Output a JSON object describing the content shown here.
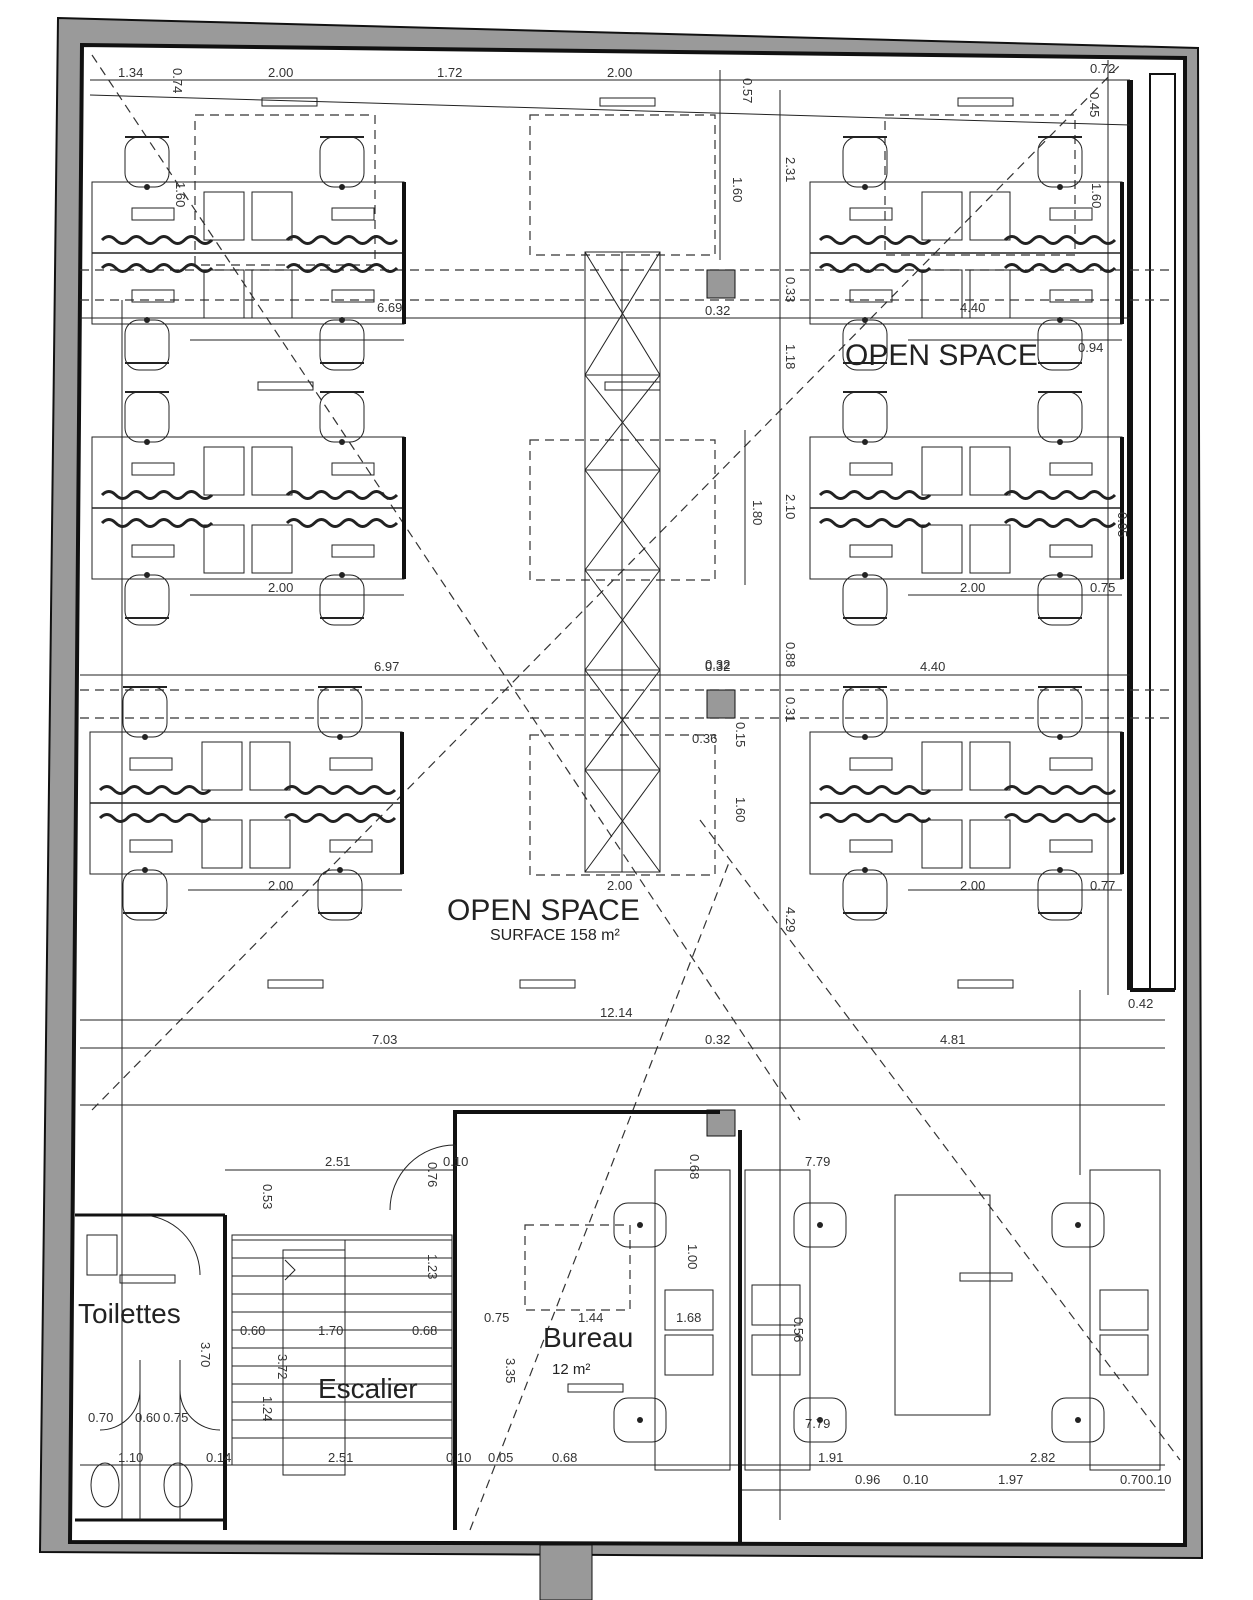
{
  "rooms": {
    "open_space_top": "OPEN SPACE",
    "open_space_main": "OPEN SPACE",
    "surface_main": "SURFACE 158 m²",
    "toilettes": "Toilettes",
    "escalier": "Escalier",
    "bureau": "Bureau",
    "bureau_surface": "12 m²"
  },
  "dimensions": {
    "top": [
      "1.34",
      "0.74",
      "2.00",
      "1.72",
      "2.00",
      "0.57",
      "0.72",
      "0.45"
    ],
    "top_left": [
      "1.60",
      "6.69",
      "1.60"
    ],
    "center_vertical": [
      "1.60",
      "2.31",
      "0.33",
      "1.18",
      "1.80",
      "2.10",
      "0.88",
      "0.31",
      "1.60",
      "4.29"
    ],
    "center": [
      "0.32",
      "0.32",
      "0.36",
      "0.15"
    ],
    "desk_widths": [
      "2.00",
      "2.00",
      "2.00",
      "2.00",
      "2.00"
    ],
    "right": [
      "4.40",
      "0.94",
      "0.95",
      "0.75",
      "0.77",
      "0.42"
    ],
    "row": [
      "6.97",
      "0.32",
      "4.40"
    ],
    "lower": [
      "12.14",
      "7.03",
      "0.32",
      "4.81"
    ],
    "bottom_left": [
      "2.51",
      "0.76",
      "0.10",
      "0.53",
      "1.23",
      "1.70",
      "0.60",
      "0.68",
      "0.75",
      "1.44",
      "1.68",
      "3.35",
      "3.72",
      "1.24",
      "3.70"
    ],
    "toilet": [
      "0.70",
      "0.60",
      "0.75",
      "1.10",
      "0.14"
    ],
    "bottom": [
      "2.51",
      "0.10",
      "0.05",
      "0.68",
      "7.79",
      "7.79",
      "1.91",
      "0.96",
      "0.10",
      "1.97",
      "2.82",
      "0.70",
      "0.10",
      "1.00",
      "0.68",
      "0.56"
    ]
  }
}
